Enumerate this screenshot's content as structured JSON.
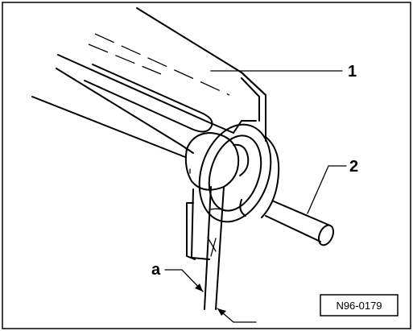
{
  "diagram": {
    "labels": {
      "part_1": "1",
      "part_2": "2",
      "dimension_a": "a"
    },
    "reference_code": "N96-0179"
  }
}
